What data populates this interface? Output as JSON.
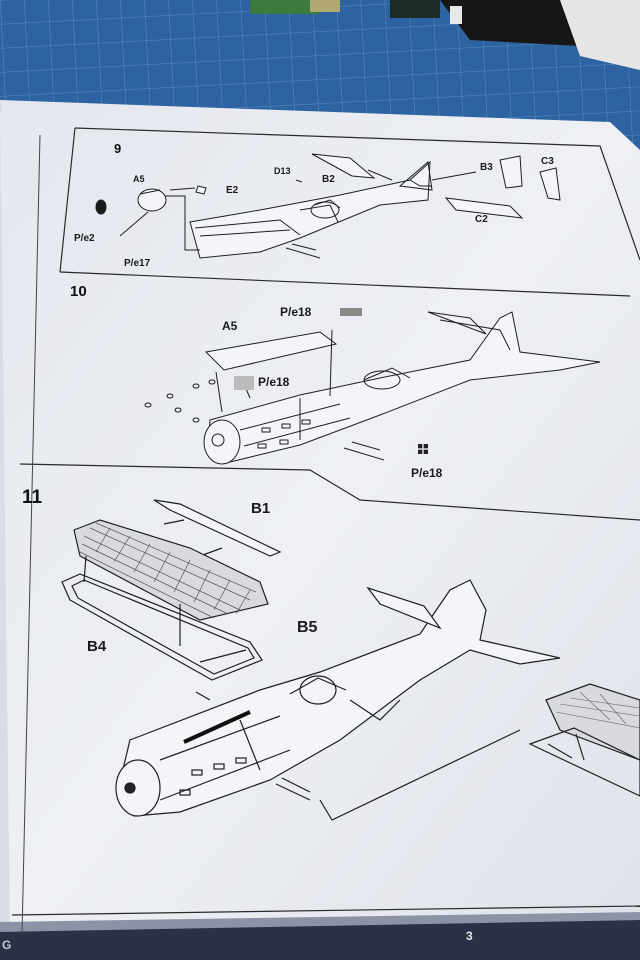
{
  "steps": [
    {
      "number": "9",
      "labels": {
        "a5": "A5",
        "e2": "E2",
        "pe2": "P/e2",
        "pe17": "P/e17",
        "d13": "D13",
        "b2": "B2",
        "b3": "B3",
        "c3": "C3",
        "c2": "C2"
      }
    },
    {
      "number": "10",
      "labels": {
        "a5": "A5",
        "pe18a": "P/e18",
        "pe18b": "P/e18",
        "pe18c": "P/e18"
      }
    },
    {
      "number": "11",
      "labels": {
        "b1": "B1",
        "b4": "B4",
        "b5": "B5"
      }
    }
  ],
  "page_number": "3",
  "page_letter": "G",
  "colors": {
    "mat": "#2a5f9a",
    "paper": "#eceef2",
    "ink": "#1a1a1a"
  }
}
